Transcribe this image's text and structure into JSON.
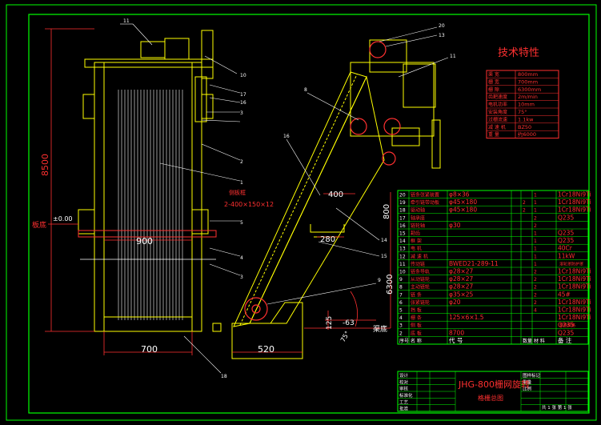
{
  "drawing": {
    "dimensions": {
      "left_height": "8500",
      "water_level": "±0.00",
      "grid_ground": "板底",
      "width_900": "900",
      "bottom_700": "700",
      "bottom_520": "520",
      "dim_400": "400",
      "dim_280": "280",
      "right_800": "800",
      "right_6300": "6300",
      "dim_125": "125",
      "angle_63": "-63",
      "angle_75": "75°",
      "channel_label": "渠底",
      "side_note": "侧板框",
      "side_spec": "2-400×150×12"
    },
    "callouts": [
      "11",
      "10",
      "17",
      "16",
      "3",
      "2",
      "1",
      "5",
      "4",
      "3",
      "18",
      "20",
      "13",
      "11",
      "8",
      "16",
      "14",
      "15",
      "9"
    ]
  },
  "spec_table": {
    "title": "技术特性",
    "rows": [
      [
        "渠 宽",
        "800mm"
      ],
      [
        "栅 宽",
        "700mm"
      ],
      [
        "栅 隙",
        "6300mm"
      ],
      [
        "齿耙速度",
        "2m/min"
      ],
      [
        "电机功率",
        "10mm"
      ],
      [
        "安装角度",
        "75°"
      ],
      [
        "过栅流速",
        "1.1kw"
      ],
      [
        "减 速 机",
        "BZ50"
      ],
      [
        "重 量",
        "约6000"
      ]
    ]
  },
  "parts_table": {
    "rows": [
      [
        "20",
        "链条张紧装置",
        "φ8×36",
        "",
        "1",
        "1Cr18Ni9Ti"
      ],
      [
        "19",
        "牵引链带动板",
        "φ45×180",
        "2",
        "1",
        "1Cr18Ni9Ti"
      ],
      [
        "18",
        "驱动轴",
        "φ45×180",
        "2",
        "1",
        "1Cr18Ni9Ti"
      ],
      [
        "17",
        "轴承座",
        "",
        "",
        "2",
        "Q235"
      ],
      [
        "16",
        "链轮轴",
        "φ30",
        "",
        "2",
        ""
      ],
      [
        "15",
        "耙齿",
        "",
        "",
        "1",
        "Q235"
      ],
      [
        "14",
        "框 架",
        "",
        "",
        "1",
        "Q235"
      ],
      [
        "13",
        "电 机",
        "",
        "",
        "1",
        "40Cr"
      ],
      [
        "12",
        "减 速 机",
        "",
        "",
        "1",
        "11kW"
      ],
      [
        "11",
        "传动链",
        "BWED21-289-11",
        "",
        "1",
        ""
      ],
      [
        "10",
        "链条导轨",
        "φ28×27",
        "",
        "2",
        "1Cr18Ni9Ti"
      ],
      [
        "9",
        "从动链轮",
        "φ28×27",
        "",
        "2",
        "1Cr18Ni9Ti"
      ],
      [
        "8",
        "主动链轮",
        "φ28×27",
        "",
        "2",
        "1Cr18Ni9Ti"
      ],
      [
        "7",
        "链 条",
        "φ35×25",
        "",
        "2",
        "45#"
      ],
      [
        "6",
        "张紧链轮",
        "φ20",
        "",
        "2",
        "1Cr18Ni9Ti"
      ],
      [
        "5",
        "挡 板",
        "",
        "",
        "4",
        "1Cr18Ni9Ti"
      ],
      [
        "4",
        "栅 条",
        "125×6×1.5",
        "",
        "",
        "1Cr18Ni9Ti"
      ],
      [
        "3",
        "侧 板",
        "",
        "",
        "",
        "Q235"
      ],
      [
        "2",
        "底 板",
        "8700",
        "",
        "",
        "Q235"
      ]
    ],
    "header": [
      "序号",
      "名 称",
      "代 号",
      "数量",
      "材 料",
      "备 注"
    ],
    "notes": [
      "滚轮罩防护罩",
      "规格规格"
    ]
  },
  "title_block": {
    "drawing_name": "JHG-800栅网旋转",
    "subtitle": "格栅总图",
    "labels": [
      "设计",
      "校对",
      "审核",
      "标准化",
      "工艺",
      "批准"
    ],
    "right_labels": [
      "图样标记",
      "重量",
      "比例"
    ],
    "sheet": "共 1 张 第 1 张"
  },
  "colors": {
    "background": "#000000",
    "border": "#00ff00",
    "structure": "#ffff00",
    "dimension": "#ff3030",
    "leader": "#ffffff",
    "table": "#00ff00",
    "text_red": "#ff3030",
    "cyan": "#00ffff",
    "magenta": "#ff00ff"
  }
}
